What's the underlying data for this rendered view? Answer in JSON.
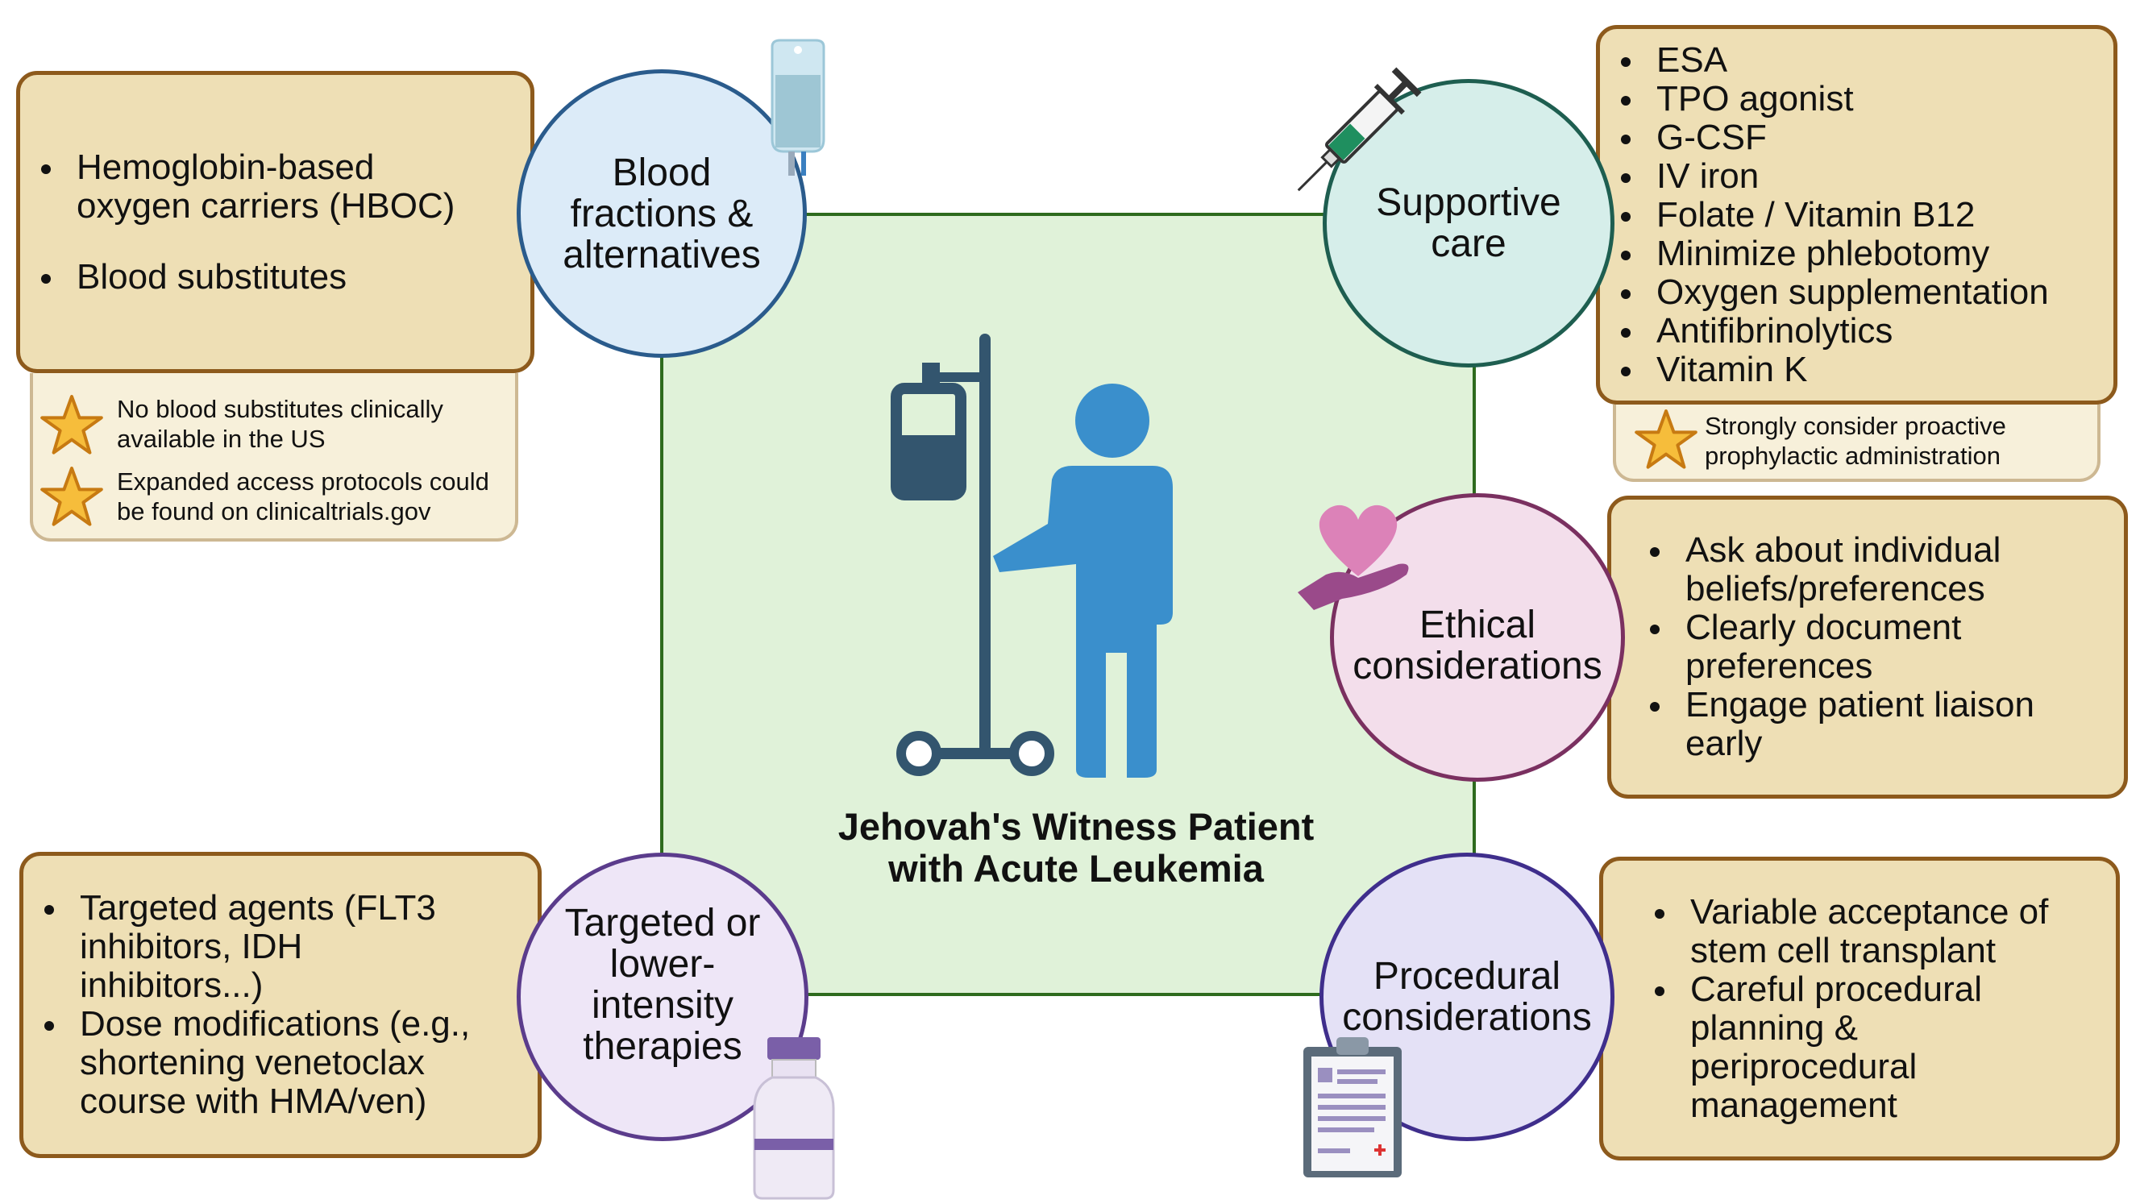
{
  "center": {
    "title_line1": "Jehovah's Witness Patient",
    "title_line2": "with Acute Leukemia",
    "icon": "patient-with-iv-pole-icon"
  },
  "circles": {
    "blood": {
      "line1": "Blood",
      "line2": "fractions &",
      "line3": "alternatives",
      "icon": "iv-bag-icon",
      "color": "#dcebf8"
    },
    "supportive": {
      "line1": "Supportive",
      "line2": "care",
      "icon": "syringe-icon",
      "color": "#d6eeea"
    },
    "ethical": {
      "line1": "Ethical",
      "line2": "considerations",
      "icon": "heart-in-hand-icon",
      "color": "#f3deeb"
    },
    "targeted": {
      "line1": "Targeted or",
      "line2": "lower-",
      "line3": "intensity",
      "line4": "therapies",
      "icon": "vial-icon",
      "color": "#eee6f7"
    },
    "procedural": {
      "line1": "Procedural",
      "line2": "considerations",
      "icon": "clipboard-icon",
      "color": "#e4e1f6"
    }
  },
  "boxes": {
    "blood": {
      "items": [
        "Hemoglobin-based oxygen carriers (HBOC)",
        "Blood substitutes"
      ]
    },
    "blood_notes": [
      "No blood substitutes clinically available in the US",
      "Expanded access protocols could be found on clinicaltrials.gov"
    ],
    "supportive": {
      "items": [
        "ESA",
        "TPO agonist",
        "G-CSF",
        "IV iron",
        "Folate / Vitamin B12",
        "Minimize phlebotomy",
        "Oxygen supplementation",
        "Antifibrinolytics",
        "Vitamin K"
      ]
    },
    "supportive_notes": [
      "Strongly consider proactive prophylactic administration"
    ],
    "ethical": {
      "items": [
        "Ask about individual beliefs/preferences",
        "Clearly document preferences",
        "Engage patient liaison early"
      ]
    },
    "targeted": {
      "items": [
        "Targeted agents (FLT3 inhibitors, IDH inhibitors...)",
        "Dose modifications (e.g., shortening venetoclax course with HMA/ven)"
      ]
    },
    "procedural": {
      "items": [
        "Variable acceptance of stem cell transplant",
        "Careful procedural planning & periprocedural management"
      ]
    }
  },
  "colors": {
    "box_fill": "#eedfb5",
    "box_border": "#8d5a1c",
    "note_fill": "#f7f0da",
    "square_fill": "#e0f2d9",
    "square_border": "#2e6b1e",
    "star": "#f6bd3b"
  }
}
